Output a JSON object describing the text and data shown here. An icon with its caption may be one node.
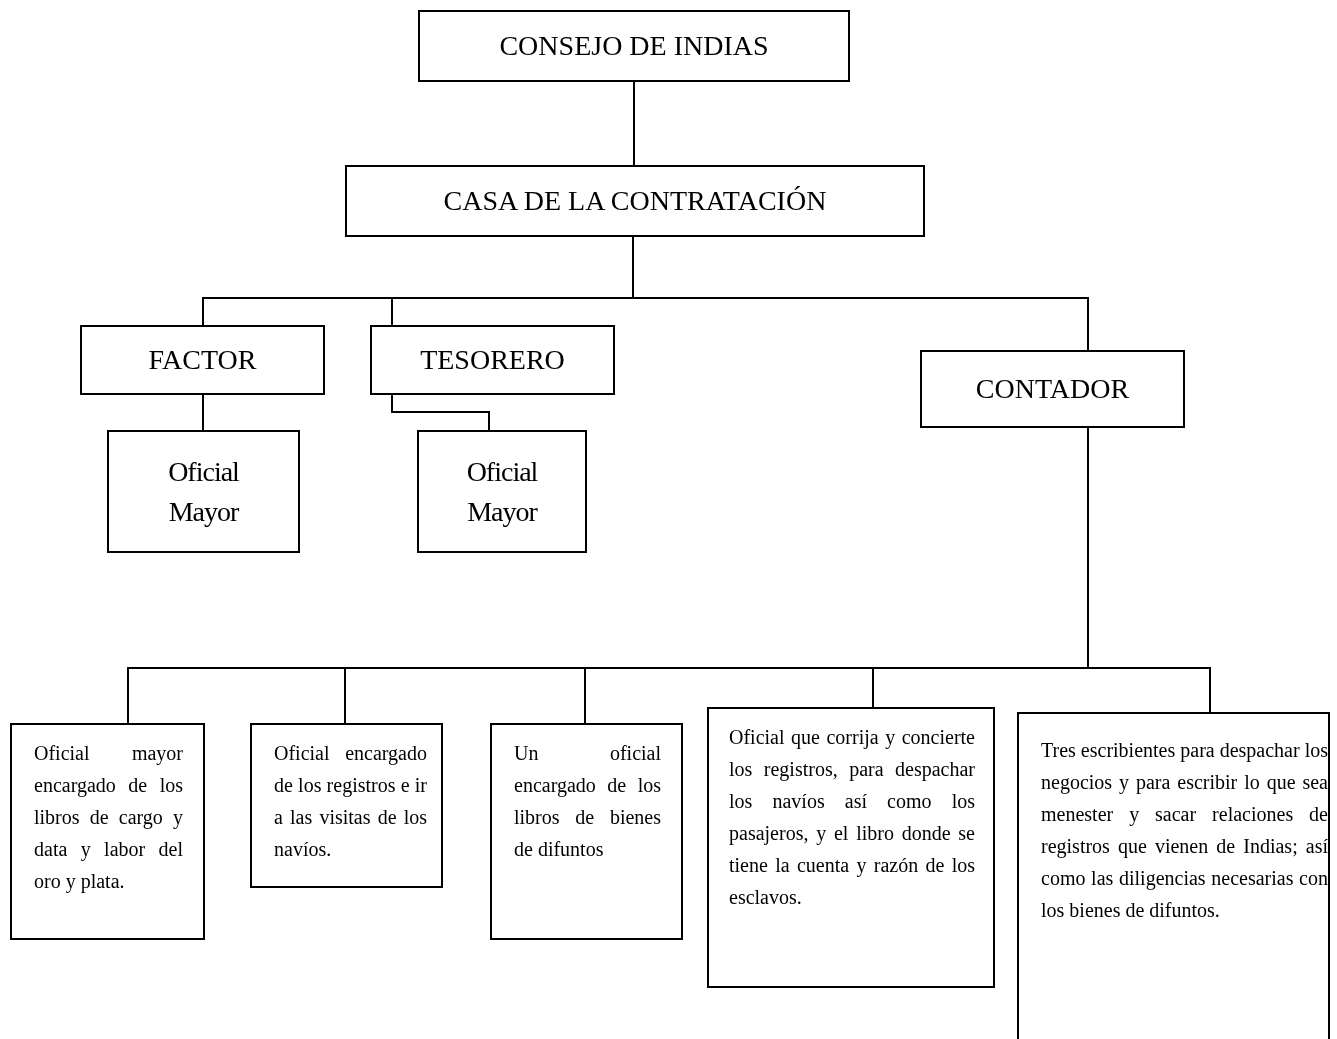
{
  "diagram": {
    "nodes": [
      {
        "text": [
          "CONSEJO DE INDIAS"
        ]
      },
      {
        "text": [
          "CASA DE LA CONTRATACIÓN"
        ]
      },
      {
        "text": [
          "FACTOR"
        ]
      },
      {
        "text": [
          "TESORERO"
        ]
      },
      {
        "text": [
          "CONTADOR"
        ]
      },
      {
        "text": [
          "Oficial Mayor"
        ]
      },
      {
        "text": [
          "Oficial Mayor"
        ]
      },
      {
        "text": [
          "Oficial mayor encargado de los libros de cargo y data y labor del oro y plata."
        ]
      },
      {
        "text": [
          "Oficial encargado de los registros e ir a las visitas de los navíos."
        ]
      },
      {
        "text": [
          "Un oficial encargado de los libros de bienes de difuntos"
        ]
      },
      {
        "text": [
          "Oficial que corrija y concierte los registros, para despachar los navíos así como los pasajeros, y el libro donde se tiene la cuenta y razón de los esclavos."
        ]
      },
      {
        "text": [
          "Tres escribientes para despachar los negocios y para escribir lo que sea menester y sacar relaciones de registros que vienen de Indias; así como las diligencias necesarias con los bienes de difuntos."
        ]
      }
    ],
    "edges": [
      {
        "from": 0,
        "to": 1,
        "arrow": "none"
      },
      {
        "from": 1,
        "to": 2,
        "arrow": "none"
      },
      {
        "from": 1,
        "to": 3,
        "arrow": "none"
      },
      {
        "from": 1,
        "to": 4,
        "arrow": "none"
      },
      {
        "from": 2,
        "to": 5,
        "arrow": "none"
      },
      {
        "from": 3,
        "to": 6,
        "arrow": "none"
      },
      {
        "from": 4,
        "to": 7,
        "arrow": "none"
      },
      {
        "from": 4,
        "to": 8,
        "arrow": "none"
      },
      {
        "from": 4,
        "to": 9,
        "arrow": "none"
      },
      {
        "from": 4,
        "to": 10,
        "arrow": "none"
      },
      {
        "from": 4,
        "to": 11,
        "arrow": "none"
      }
    ]
  }
}
